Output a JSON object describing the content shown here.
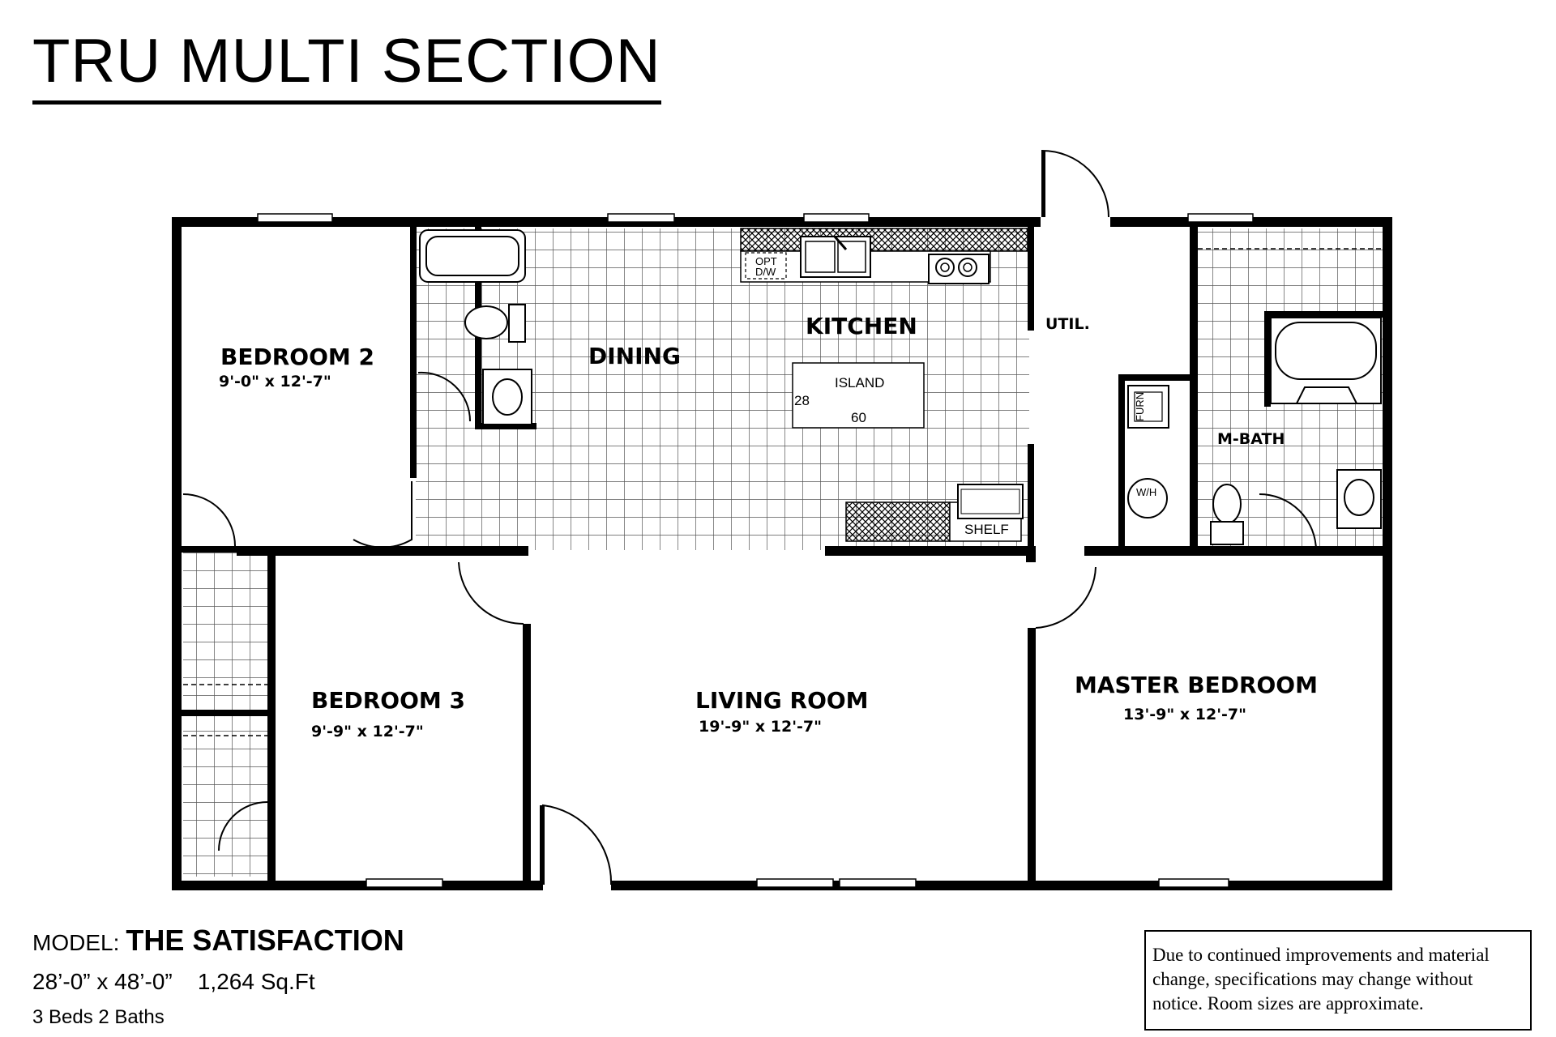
{
  "header": {
    "title": "TRU MULTI SECTION"
  },
  "rooms": {
    "bedroom2": {
      "name": "BEDROOM 2",
      "dims": "9'-0\" x  12'-7\""
    },
    "dining": {
      "name": "DINING"
    },
    "kitchen": {
      "name": "KITCHEN"
    },
    "util": {
      "name": "UTIL."
    },
    "mbath": {
      "name": "M-BATH"
    },
    "bedroom3": {
      "name": "BEDROOM 3",
      "dims": "9'-9\" x  12'-7\""
    },
    "living": {
      "name": "LIVING ROOM",
      "dims": "19'-9\" x  12'-7\""
    },
    "master": {
      "name": "MASTER BEDROOM",
      "dims": "13'-9\" x  12'-7\""
    }
  },
  "fixtures": {
    "island_label": "ISLAND",
    "island_depth": "28",
    "island_width": "60",
    "shelf": "SHELF",
    "furn": "FURN",
    "water_heater": "W/H",
    "opt": "OPT",
    "dw": "D/W"
  },
  "model": {
    "prefix": "MODEL:",
    "name": "THE SATISFACTION",
    "specs": "28’-0” x 48’-0”    1,264 Sq.Ft",
    "beds_baths": "3 Beds 2 Baths"
  },
  "disclaimer": "Due to continued improvements and material change, specifications may change without notice. Room sizes are approximate.",
  "colors": {
    "ink": "#000000",
    "background": "#ffffff",
    "tile_line": "#555555"
  }
}
